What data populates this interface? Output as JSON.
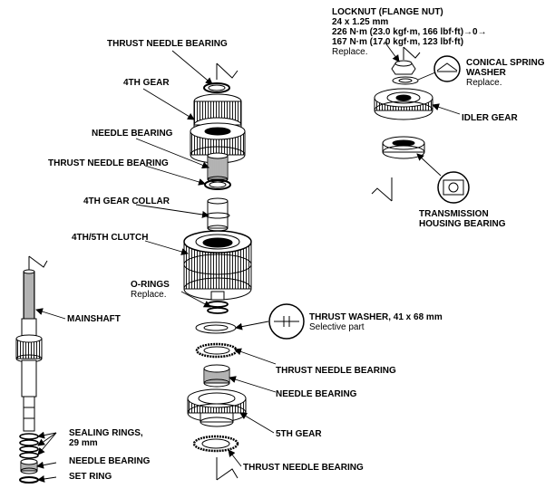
{
  "labels": {
    "thrust_needle_bearing_top": "THRUST NEEDLE BEARING",
    "fourth_gear": "4TH GEAR",
    "needle_bearing_upper": "NEEDLE BEARING",
    "thrust_needle_bearing_upper": "THRUST NEEDLE BEARING",
    "fourth_gear_collar": "4TH GEAR COLLAR",
    "clutch_4th_5th": "4TH/5TH CLUTCH",
    "o_rings": "O-RINGS",
    "o_rings_note": "Replace.",
    "mainshaft": "MAINSHAFT",
    "thrust_washer": "THRUST WASHER, 41 x 68 mm",
    "thrust_washer_note": "Selective part",
    "thrust_needle_bearing_mid": "THRUST NEEDLE BEARING",
    "needle_bearing_mid": "NEEDLE BEARING",
    "fifth_gear": "5TH GEAR",
    "sealing_rings_1": "SEALING RINGS,",
    "sealing_rings_2": "29 mm",
    "needle_bearing_low": "NEEDLE BEARING",
    "set_ring": "SET RING",
    "thrust_needle_bearing_bottom": "THRUST NEEDLE BEARING",
    "locknut_1": "LOCKNUT (FLANGE NUT)",
    "locknut_2": "24 x 1.25 mm",
    "locknut_3": "226 N·m (23.0 kgf·m, 166 lbf·ft)→0→",
    "locknut_4": "167 N·m (17.0 kgf·m, 123 lbf·ft)",
    "locknut_5": "Replace.",
    "conical_1": "CONICAL SPRING",
    "conical_2": "WASHER",
    "conical_3": "Replace.",
    "idler_gear": "IDLER GEAR",
    "trans_housing_1": "TRANSMISSION",
    "trans_housing_2": "HOUSING BEARING"
  }
}
